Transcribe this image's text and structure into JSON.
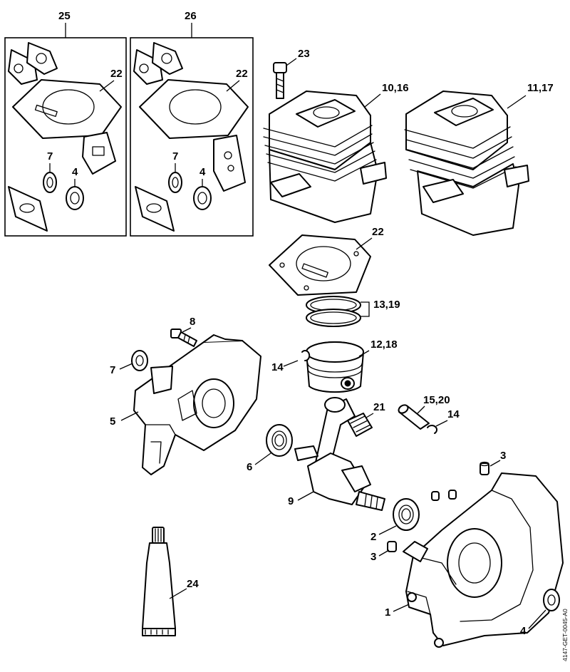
{
  "callouts": {
    "c25": "25",
    "c26": "26",
    "c22_kit25": "22",
    "c22_kit26": "22",
    "c7_kit25": "7",
    "c4_kit25": "4",
    "c7_kit26": "7",
    "c4_kit26": "4",
    "c23": "23",
    "c10_16": "10,16",
    "c11_17": "11,17",
    "c22_main": "22",
    "c13_19": "13,19",
    "c12_18": "12,18",
    "c14_left": "14",
    "c8": "8",
    "c7_main": "7",
    "c5": "5",
    "c21": "21",
    "c15_20": "15,20",
    "c14_right": "14",
    "c6": "6",
    "c3_top": "3",
    "c9": "9",
    "c2": "2",
    "c3_bottom": "3",
    "c24": "24",
    "c1": "1",
    "c4_main": "4"
  },
  "drawing_code": "4147-GET-0045-A0"
}
